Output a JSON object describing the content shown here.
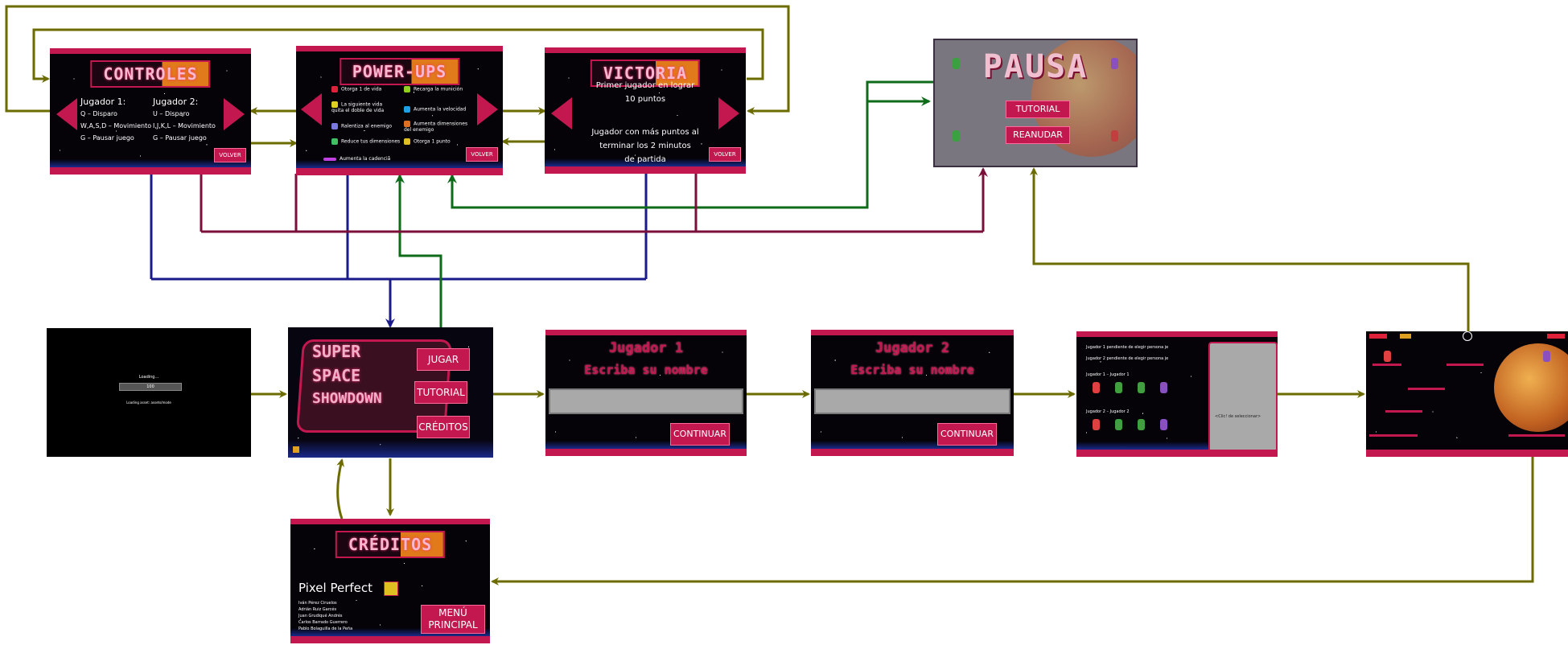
{
  "colors": {
    "olive": "#6b6b00",
    "navy": "#1a1a8a",
    "green": "#0d6b1a",
    "maroon": "#7a0f3a",
    "accent": "#c2184f"
  },
  "controles": {
    "title": "CONTROLES",
    "p1_heading": "Jugador 1:",
    "p1_lines": [
      "Q – Disparo",
      "W,A,S,D – Movimiento",
      "G – Pausar juego"
    ],
    "p2_heading": "Jugador 2:",
    "p2_lines": [
      "U – Disparo",
      "I,J,K,L – Movimiento",
      "G – Pausar juego"
    ],
    "back": "VOLVER"
  },
  "powerups": {
    "title": "POWER-UPS",
    "items_left": [
      "Otorga 1 de vida",
      "La siguiente vida quita el doble de vida",
      "Ralentiza al enemigo",
      "Reduce tus dimensiones"
    ],
    "items_right": [
      "Recarga la munición",
      "Aumenta la velocidad",
      "Aumenta dimensiones del enemigo",
      "Otorga 1 punto"
    ],
    "item_bottom": "Aumenta la cadencia",
    "back": "VOLVER"
  },
  "victoria": {
    "title": "VICTORIA",
    "line1": "Primer jugador en lograr",
    "line2": "10 puntos",
    "line3": "Jugador con más puntos al",
    "line4": "terminar los 2 minutos",
    "line5": "de partida",
    "back": "VOLVER"
  },
  "pausa": {
    "title": "PAUSA",
    "btn_tutorial": "TUTORIAL",
    "btn_resume": "REANUDAR"
  },
  "loading": {
    "label": "Loading...",
    "bar_text": "100",
    "status": "Loading asset: assets/mode"
  },
  "menu": {
    "logo_line1": "SUPER",
    "logo_line2": "SPACE",
    "logo_line3": "SHOWDOWN",
    "btn_play": "JUGAR",
    "btn_tutorial": "TUTORIAL",
    "btn_credits": "CRÉDITOS"
  },
  "name1": {
    "title1": "Jugador 1",
    "title2": "Escriba su nombre",
    "button": "CONTINUAR"
  },
  "name2": {
    "title1": "Jugador 2",
    "title2": "Escriba su nombre",
    "button": "CONTINUAR"
  },
  "select": {
    "p1_pending": "Jugador 1 pendiente de elegir persona je",
    "p2_pending": "Jugador 2 pendiente de elegir persona je",
    "row1_label": "Jugador 1 – Jugador 1",
    "row2_label": "Jugador 2 – Jugador 2",
    "panel_text": "<Clic! de seleccionar>"
  },
  "creditos": {
    "title": "CRÉDITOS",
    "team": "Pixel Perfect",
    "names": [
      "Iván Pérez Ciruelos",
      "Adrián Ruiz Garcés",
      "Juan Grudiqué Andrés",
      "Carlos Barrado Guerrero",
      "Pablo Bolaguilla de la Peña"
    ],
    "button_line1": "MENÚ",
    "button_line2": "PRINCIPAL"
  }
}
